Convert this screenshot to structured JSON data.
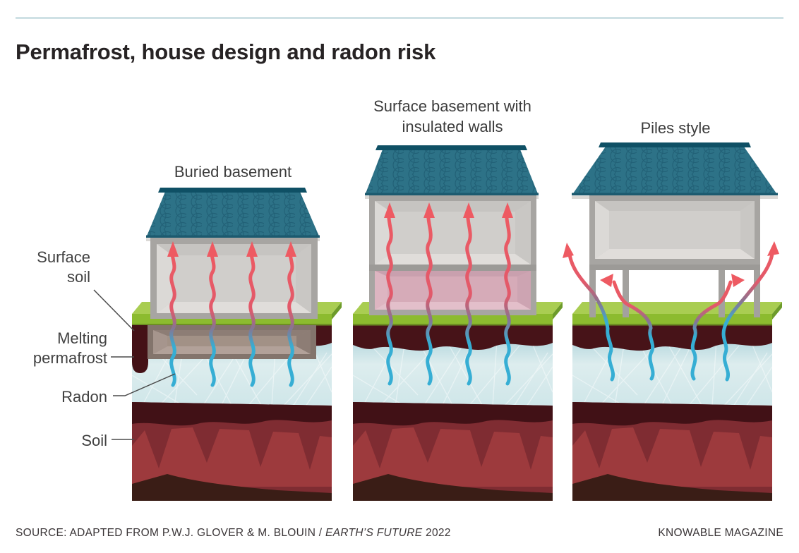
{
  "title": "Permafrost, house design and radon risk",
  "panels": [
    {
      "label": "Buried basement"
    },
    {
      "label": "Surface basement with insulated walls"
    },
    {
      "label": "Piles style"
    }
  ],
  "layer_labels": [
    {
      "label": "Surface soil"
    },
    {
      "label": "Melting permafrost"
    },
    {
      "label": "Radon"
    },
    {
      "label": "Soil"
    }
  ],
  "footer": {
    "source_prefix": "SOURCE: ADAPTED FROM P.W.J. GLOVER & M. BLOUIN / ",
    "source_work": "EARTH’S FUTURE",
    "source_suffix": " 2022",
    "credit": "KNOWABLE MAGAZINE"
  },
  "colors": {
    "roof_teal": "#2d7287",
    "roof_ridge": "#0f5065",
    "radon_blue": "#36aed4",
    "heat_red": "#ee5a62",
    "grass_green": "#8cbb2f",
    "grass_top": "#a9cd52",
    "surface_soil": "#471318",
    "permafrost_blue": "#cfe6e9",
    "deep_soil": "#7f2c32",
    "rule_blue": "#cfe1e5"
  }
}
